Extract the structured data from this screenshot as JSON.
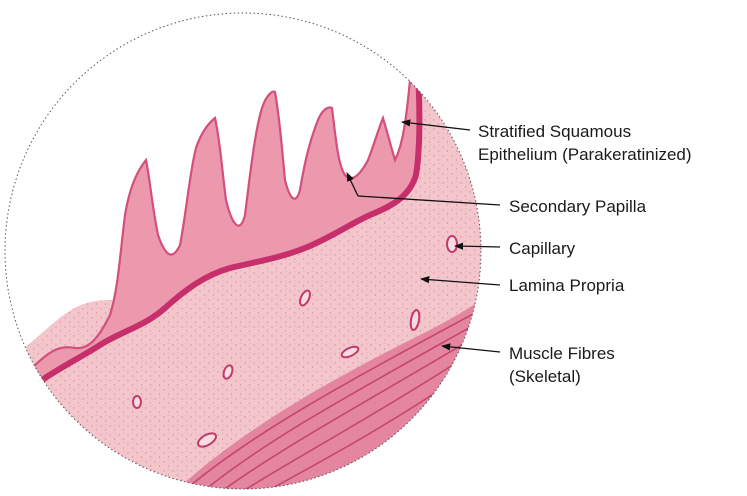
{
  "labels": {
    "stratified_1": "Stratified Squamous",
    "stratified_2": "Epithelium (Parakeratinized)",
    "secondary_papilla": "Secondary Papilla",
    "capillary": "Capillary",
    "lamina_propria": "Lamina Propria",
    "muscle_1": "Muscle Fibres",
    "muscle_2": "(Skeletal)"
  },
  "colors": {
    "tissue": "#f3c6cc",
    "epithelium": "#e6829c",
    "basal_layer": "#c62f6b",
    "muscle": "#d65a82",
    "outline": "#555555"
  }
}
